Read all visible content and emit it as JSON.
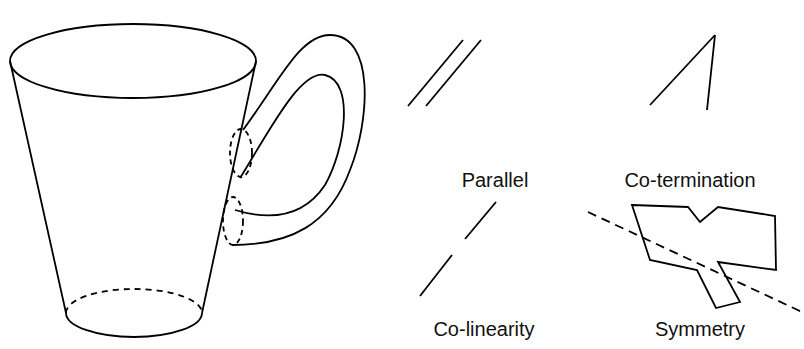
{
  "diagram": {
    "labels": [
      "Parallel",
      "Co-termination",
      "Co-linearity",
      "Symmetry"
    ]
  }
}
